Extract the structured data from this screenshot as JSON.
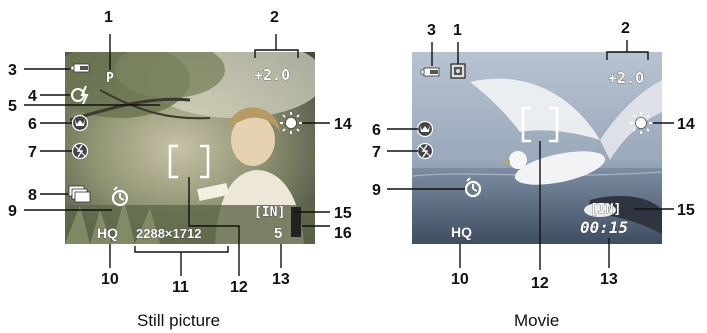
{
  "still": {
    "caption": "Still picture",
    "exposure": "+2.0",
    "mode_letter": "P",
    "memory": "[IN]",
    "quality": "HQ",
    "resolution": "2288×1712",
    "frames": "5",
    "callouts": [
      "1",
      "2",
      "3",
      "4",
      "5",
      "6",
      "7",
      "8",
      "9",
      "10",
      "11",
      "12",
      "13",
      "14",
      "15",
      "16"
    ]
  },
  "movie": {
    "caption": "Movie",
    "exposure": "+2.0",
    "memory": "[IN]",
    "quality": "HQ",
    "time": "00:15",
    "callouts": [
      "3",
      "1",
      "2",
      "6",
      "7",
      "9",
      "10",
      "12",
      "13",
      "14",
      "15"
    ]
  },
  "colors": {
    "screen_dark": "#4a4a4a",
    "sky": "#9fb0c4",
    "sea": "#6a7d94",
    "foliage": "#7d8a62"
  },
  "icons": [
    "battery-icon",
    "flash-icon",
    "macro-icon",
    "flash-off-icon",
    "sequential-icon",
    "self-timer-icon",
    "white-balance-icon",
    "af-target-icon",
    "movie-mode-icon",
    "memory-gauge-icon"
  ]
}
